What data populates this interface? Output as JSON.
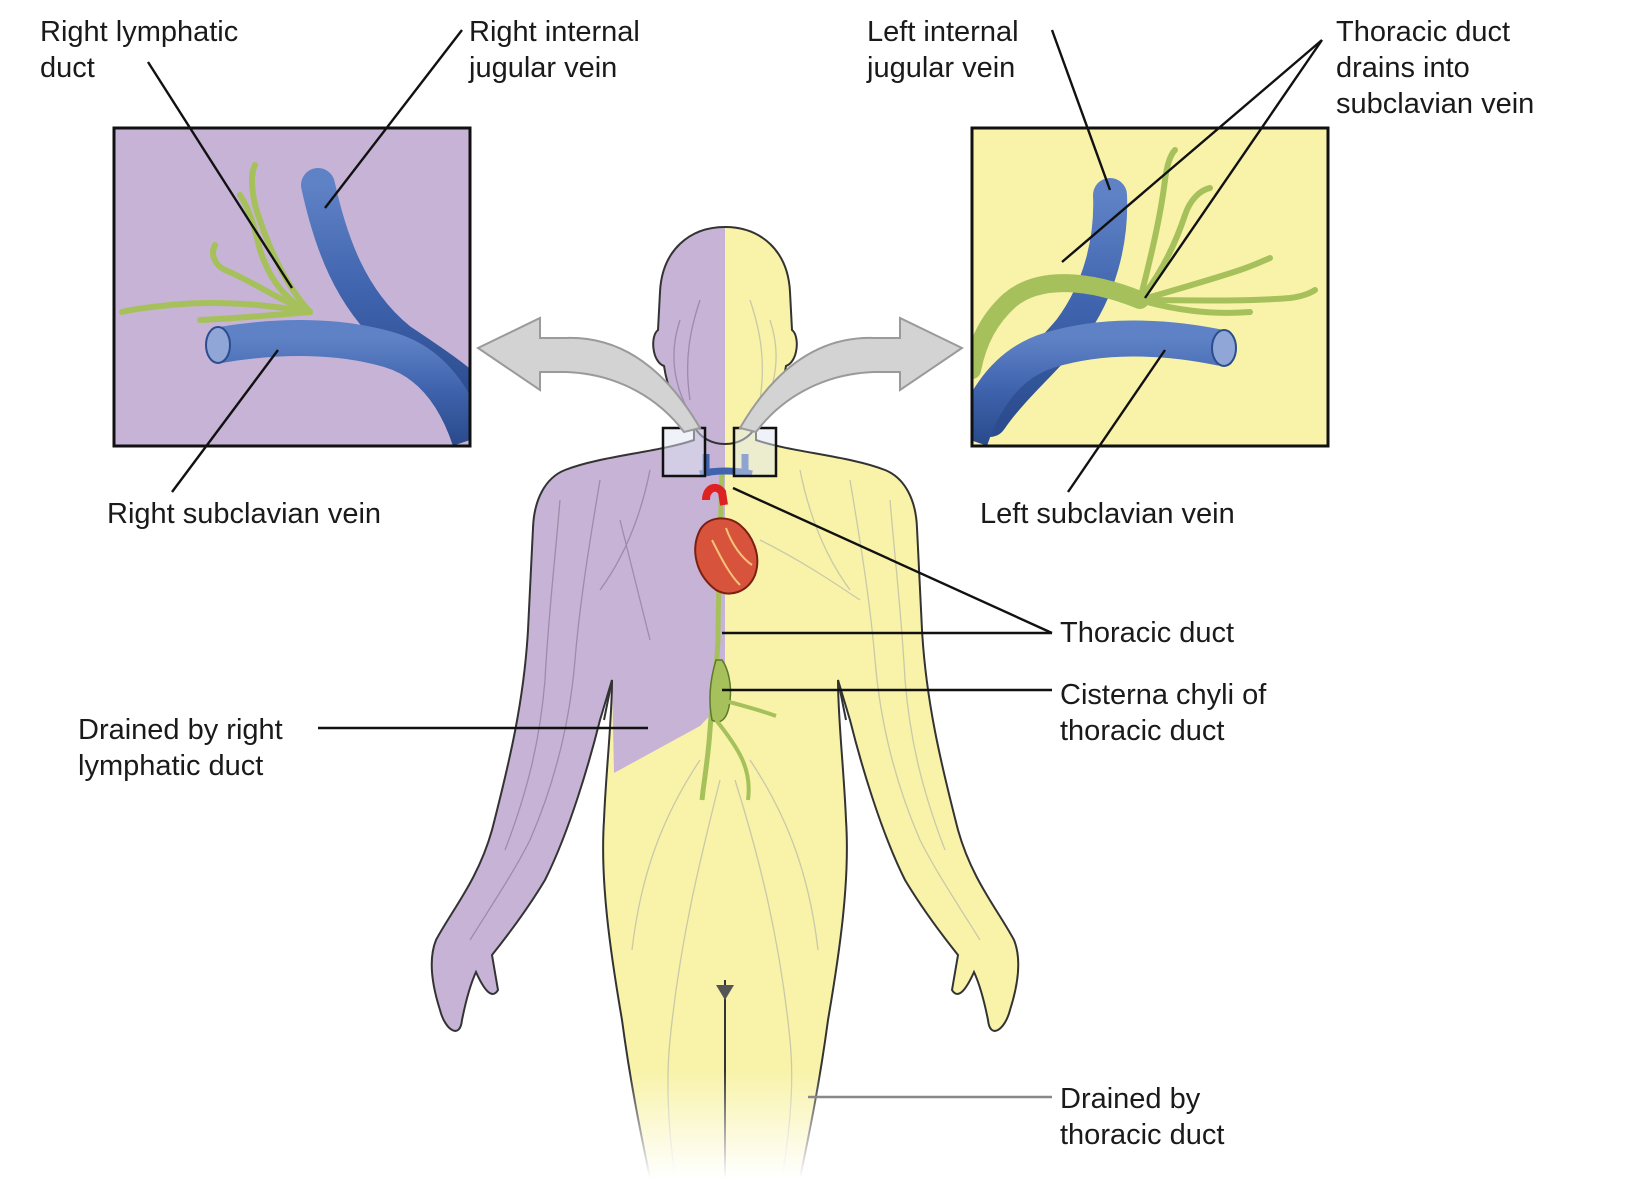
{
  "colors": {
    "right_region": "#c7b3d6",
    "left_region": "#f8f3a9",
    "vein": "#3f63ad",
    "lymph_vessel": "#a6c15c",
    "arrow": "#d3d3d3",
    "heart": "#d8533b"
  },
  "labels": {
    "right_lymphatic_duct": "Right lymphatic\nduct",
    "right_internal_jugular": "Right internal\njugular vein",
    "left_internal_jugular": "Left internal\njugular vein",
    "thoracic_drains": "Thoracic duct\ndrains into\nsubclavian vein",
    "right_subclavian": "Right subclavian vein",
    "left_subclavian": "Left subclavian vein",
    "thoracic_duct": "Thoracic duct",
    "cisterna_chyli": "Cisterna chyli of\nthoracic duct",
    "drained_right": "Drained by right\nlymphatic duct",
    "drained_thoracic": "Drained by\nthoracic duct"
  }
}
